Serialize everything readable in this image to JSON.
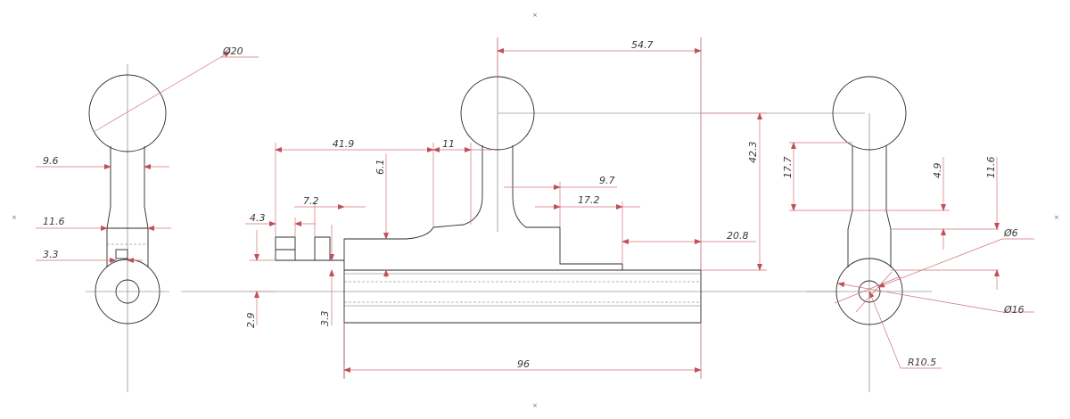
{
  "drawing": {
    "colors": {
      "object_lines": "#2b2b2b",
      "centerlines": "#6e6e6e",
      "dimension_lines": "#d2737a",
      "dimension_text": "#3a3a3a",
      "background": "#ffffff"
    },
    "markers": {
      "symbol": "×"
    },
    "left_view": {
      "diameter_ball": "Ø20",
      "neck_width": "9.6",
      "lower_width": "11.6",
      "slot": "3.3"
    },
    "front_view": {
      "length_419": "41.9",
      "length_11": "11",
      "height_61": "6.1",
      "length_72": "7.2",
      "length_43": "4.3",
      "height_29": "2.9",
      "height_33": "3.3",
      "overall_length": "96",
      "offset_547": "54.7",
      "length_97": "9.7",
      "length_172": "17.2",
      "length_208": "20.8",
      "height_423": "42.3"
    },
    "right_view": {
      "height_177": "17.7",
      "height_49": "4.9",
      "height_116": "11.6",
      "diameter_small": "Ø6",
      "diameter_eye": "Ø16",
      "radius": "R10.5"
    }
  }
}
